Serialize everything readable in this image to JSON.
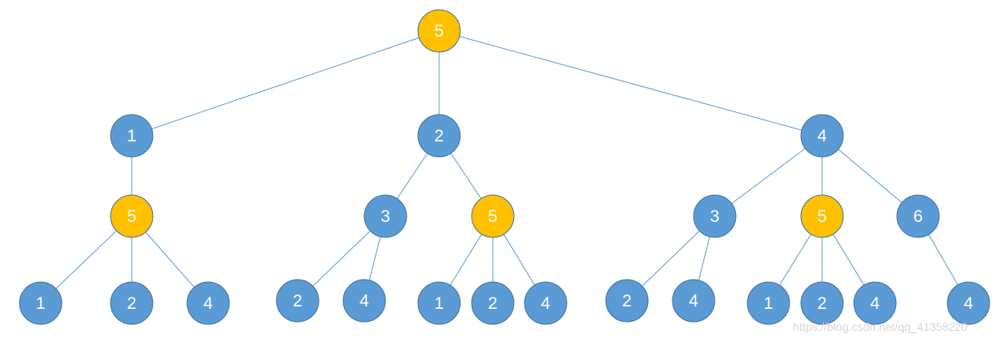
{
  "colors": {
    "highlight": "#ffc000",
    "normal": "#5b9bd5",
    "edge": "#5b9bd5",
    "node_text": "#ffffff"
  },
  "tree": {
    "nodes": [
      {
        "id": "n0",
        "label": "5",
        "highlight": true
      },
      {
        "id": "n1",
        "label": "1",
        "highlight": false
      },
      {
        "id": "n2",
        "label": "2",
        "highlight": false
      },
      {
        "id": "n3",
        "label": "4",
        "highlight": false
      },
      {
        "id": "n4",
        "label": "5",
        "highlight": true
      },
      {
        "id": "n5",
        "label": "3",
        "highlight": false
      },
      {
        "id": "n6",
        "label": "5",
        "highlight": true
      },
      {
        "id": "n7",
        "label": "3",
        "highlight": false
      },
      {
        "id": "n8",
        "label": "5",
        "highlight": true
      },
      {
        "id": "n9",
        "label": "6",
        "highlight": false
      },
      {
        "id": "n10",
        "label": "1",
        "highlight": false
      },
      {
        "id": "n11",
        "label": "2",
        "highlight": false
      },
      {
        "id": "n12",
        "label": "4",
        "highlight": false
      },
      {
        "id": "n13",
        "label": "2",
        "highlight": false
      },
      {
        "id": "n14",
        "label": "4",
        "highlight": false
      },
      {
        "id": "n15",
        "label": "1",
        "highlight": false
      },
      {
        "id": "n16",
        "label": "2",
        "highlight": false
      },
      {
        "id": "n17",
        "label": "4",
        "highlight": false
      },
      {
        "id": "n18",
        "label": "2",
        "highlight": false
      },
      {
        "id": "n19",
        "label": "4",
        "highlight": false
      },
      {
        "id": "n20",
        "label": "1",
        "highlight": false
      },
      {
        "id": "n21",
        "label": "2",
        "highlight": false
      },
      {
        "id": "n22",
        "label": "4",
        "highlight": false
      },
      {
        "id": "n23",
        "label": "4",
        "highlight": false
      }
    ],
    "edges": [
      [
        "n0",
        "n1"
      ],
      [
        "n0",
        "n2"
      ],
      [
        "n0",
        "n3"
      ],
      [
        "n1",
        "n4"
      ],
      [
        "n2",
        "n5"
      ],
      [
        "n2",
        "n6"
      ],
      [
        "n3",
        "n7"
      ],
      [
        "n3",
        "n8"
      ],
      [
        "n3",
        "n9"
      ],
      [
        "n4",
        "n10"
      ],
      [
        "n4",
        "n11"
      ],
      [
        "n4",
        "n12"
      ],
      [
        "n5",
        "n13"
      ],
      [
        "n5",
        "n14"
      ],
      [
        "n6",
        "n15"
      ],
      [
        "n6",
        "n16"
      ],
      [
        "n6",
        "n17"
      ],
      [
        "n7",
        "n18"
      ],
      [
        "n7",
        "n19"
      ],
      [
        "n8",
        "n20"
      ],
      [
        "n8",
        "n21"
      ],
      [
        "n8",
        "n22"
      ],
      [
        "n9",
        "n23"
      ]
    ]
  },
  "watermark": "https://blog.csdn.net/qq_41358220"
}
